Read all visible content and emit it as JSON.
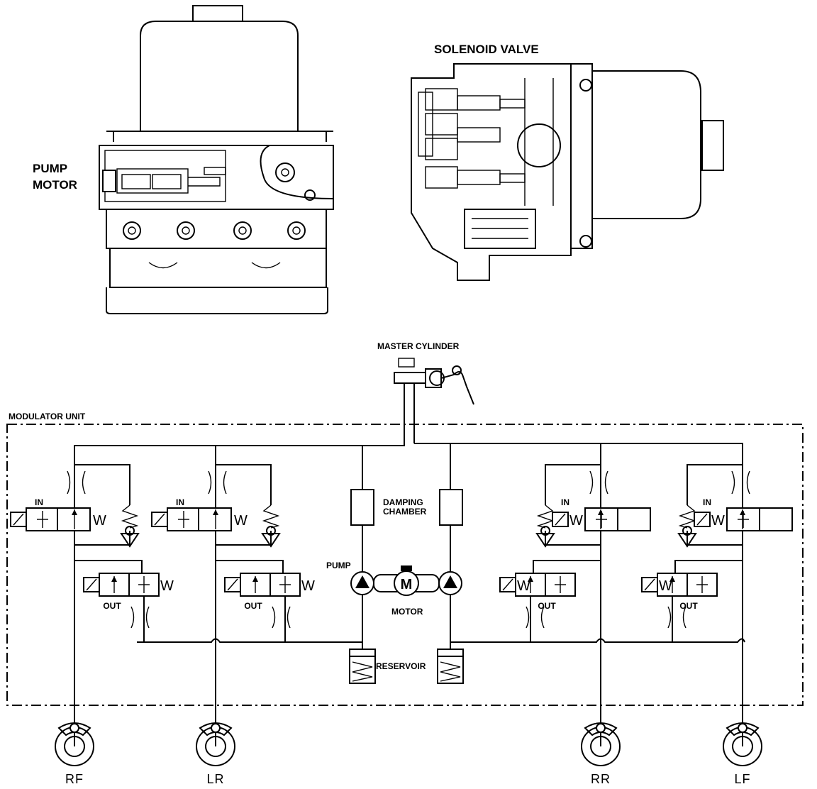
{
  "labels": {
    "pump_motor_line1": "PUMP",
    "pump_motor_line2": "MOTOR",
    "solenoid_valve": "SOLENOID VALVE",
    "master_cylinder": "MASTER CYLINDER",
    "modulator_unit": "MODULATOR UNIT",
    "damping_chamber_line1": "DAMPING",
    "damping_chamber_line2": "CHAMBER",
    "pump": "PUMP",
    "motor": "MOTOR",
    "motor_symbol": "M",
    "reservoir": "RESERVOIR",
    "valve_in": "IN",
    "valve_out": "OUT",
    "spring": "W"
  },
  "wheels": [
    "RF",
    "LR",
    "RR",
    "LF"
  ]
}
